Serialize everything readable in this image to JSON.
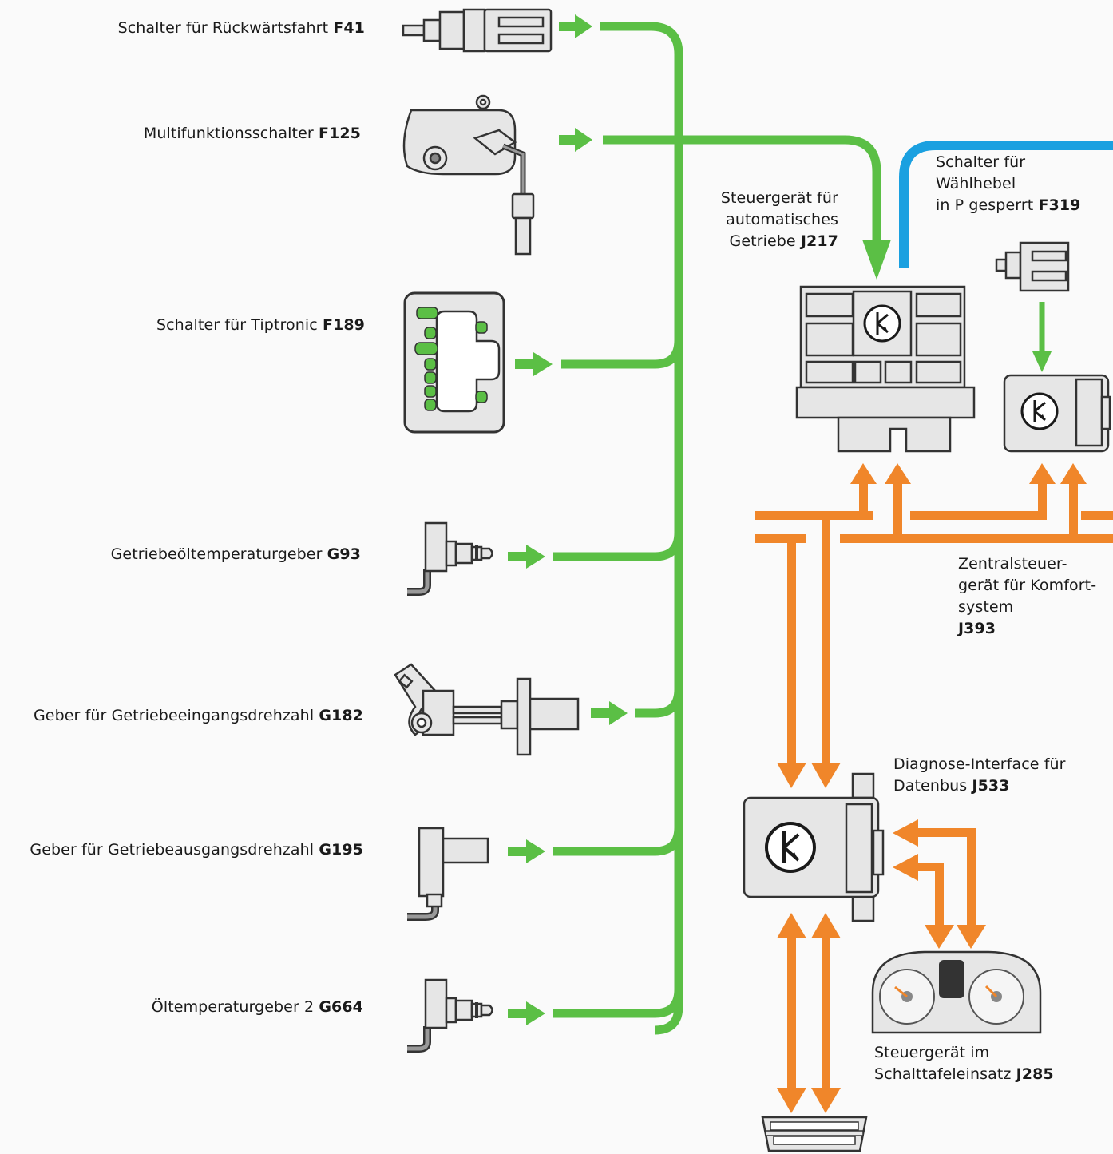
{
  "colors": {
    "green": "#5bbf45",
    "blue": "#1aa0e0",
    "orange": "#f0862a",
    "part_fill": "#e6e6e6",
    "part_stroke": "#333333",
    "led": "#5bbf45"
  },
  "sensors": [
    {
      "text": "Schalter für Rückwärtsfahrt",
      "code": "F41"
    },
    {
      "text": "Multifunktionsschalter",
      "code": "F125"
    },
    {
      "text": "Schalter für Tiptronic",
      "code": "F189"
    },
    {
      "text": "Getriebeöltemperaturgeber",
      "code": "G93"
    },
    {
      "text": "Geber für Getriebeeingangsdrehzahl",
      "code": "G182"
    },
    {
      "text": "Geber für Getriebeausgangsdrehzahl",
      "code": "G195"
    },
    {
      "text": "Öltemperaturgeber 2",
      "code": "G664"
    }
  ],
  "units": {
    "j217": {
      "lines": [
        "Steuergerät für",
        "automatisches",
        "Getriebe"
      ],
      "code": "J217"
    },
    "f319": {
      "lines": [
        "Schalter für",
        "Wählhebel",
        "in P gesperrt"
      ],
      "code": "F319"
    },
    "j393": {
      "lines": [
        "Zentralsteuer-",
        "gerät für Komfort-",
        "system"
      ],
      "code": "J393"
    },
    "j533": {
      "lines": [
        "Diagnose-Interface für",
        "Datenbus"
      ],
      "code": "J533"
    },
    "j285": {
      "lines": [
        "Steuergerät im",
        "Schalttafeleinsatz"
      ],
      "code": "J285"
    }
  }
}
